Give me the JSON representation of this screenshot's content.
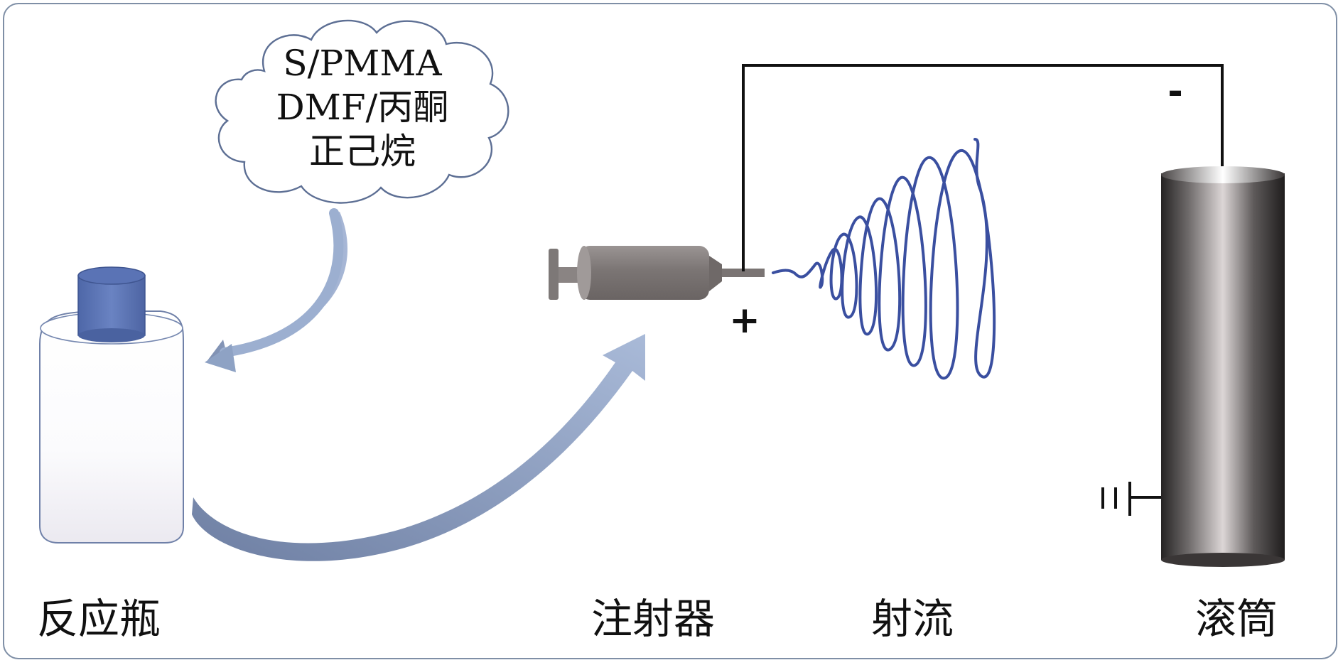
{
  "cloud": {
    "line1": "S/PMMA",
    "line2": "DMF/丙酮",
    "line3": "正己烷"
  },
  "labels": {
    "bottle": "反应瓶",
    "syringe": "注射器",
    "jet": "射流",
    "drum": "滚筒",
    "positive": "+",
    "negative": "-"
  },
  "colors": {
    "frame": "#7f8fa6",
    "bottle_cap": "#5b74b3",
    "arrow": "#8ea2c4",
    "syringe": "#7d7877",
    "jet": "#3a4fa0",
    "wire": "#111111",
    "drum_dark": "#2a2828",
    "drum_light": "#d8d3d3"
  }
}
